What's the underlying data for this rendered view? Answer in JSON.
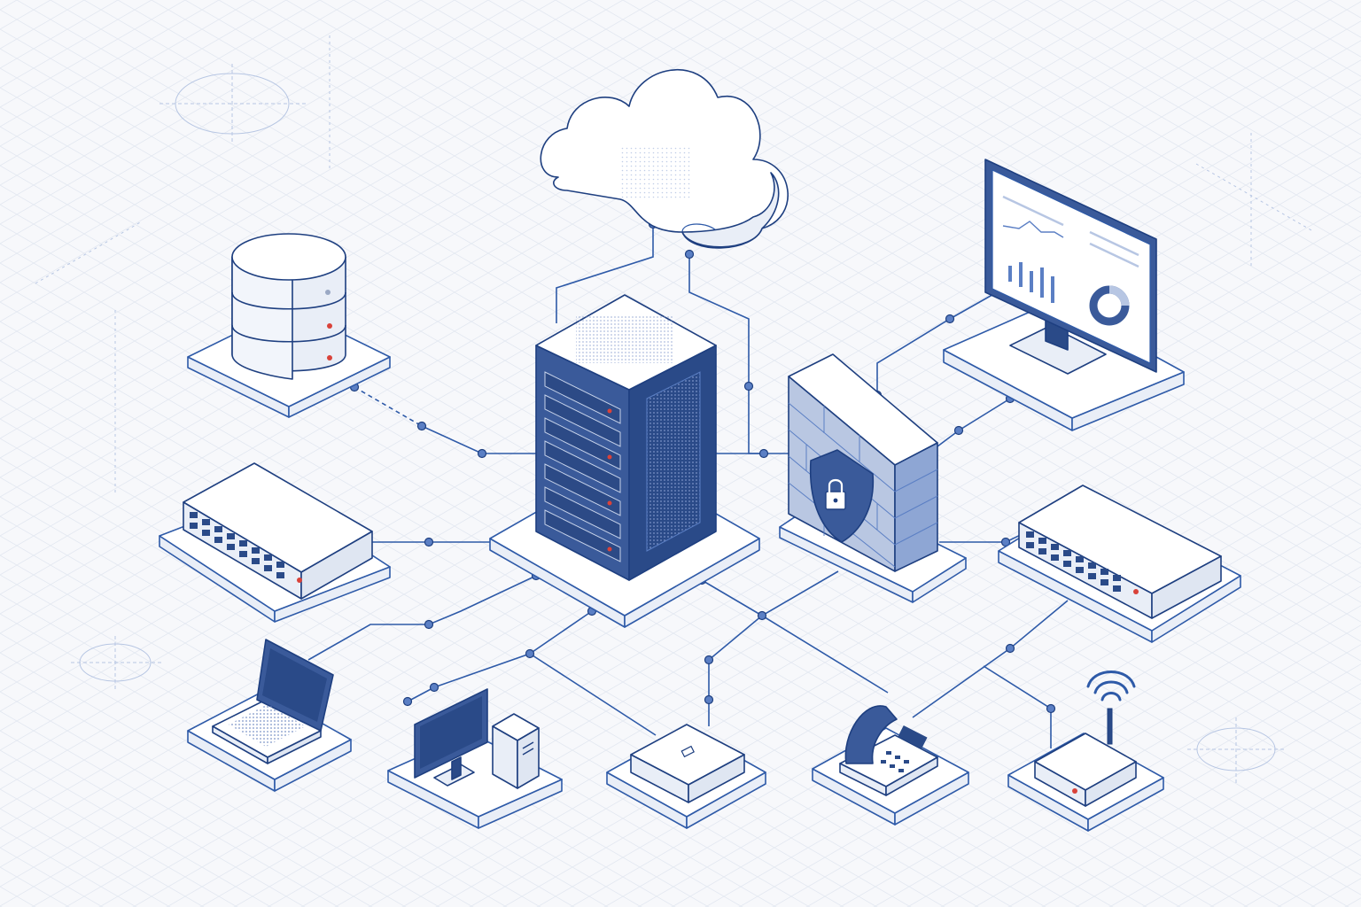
{
  "colors": {
    "background": "#f7f8fb",
    "grid": "#e3e8f1",
    "outline": "#1e3f80",
    "line": "#2e5aa8",
    "device_light": "#ffffff",
    "device_shade": "#dfe6f2",
    "device_dark": "#3a5a9a",
    "device_darker": "#2a4a88",
    "accent_red": "#d9423a"
  },
  "icons": [
    "cloud-icon",
    "server-rack-icon",
    "database-icon",
    "firewall-icon",
    "shield-lock-icon",
    "analytics-monitor-icon",
    "network-switch-icon",
    "laptop-icon",
    "desktop-computer-icon",
    "network-hub-icon",
    "ip-phone-icon",
    "wifi-router-icon",
    "wifi-signal-icon"
  ],
  "nodes": [
    {
      "id": "cloud",
      "icon": "cloud-icon"
    },
    {
      "id": "core-server",
      "icon": "server-rack-icon"
    },
    {
      "id": "database",
      "icon": "database-icon"
    },
    {
      "id": "firewall",
      "icon": "firewall-icon"
    },
    {
      "id": "monitor",
      "icon": "analytics-monitor-icon"
    },
    {
      "id": "switch-left",
      "icon": "network-switch-icon"
    },
    {
      "id": "switch-right",
      "icon": "network-switch-icon"
    },
    {
      "id": "laptop",
      "icon": "laptop-icon"
    },
    {
      "id": "desktop",
      "icon": "desktop-computer-icon"
    },
    {
      "id": "hub",
      "icon": "network-hub-icon"
    },
    {
      "id": "phone",
      "icon": "ip-phone-icon"
    },
    {
      "id": "router",
      "icon": "wifi-router-icon"
    }
  ],
  "links": [
    [
      "cloud",
      "core-server"
    ],
    [
      "database",
      "core-server"
    ],
    [
      "switch-left",
      "core-server"
    ],
    [
      "core-server",
      "firewall"
    ],
    [
      "firewall",
      "monitor"
    ],
    [
      "firewall",
      "switch-right"
    ],
    [
      "core-server",
      "laptop"
    ],
    [
      "core-server",
      "desktop"
    ],
    [
      "core-server",
      "phone"
    ],
    [
      "firewall",
      "hub"
    ],
    [
      "switch-right",
      "phone"
    ],
    [
      "core-server",
      "router"
    ]
  ]
}
